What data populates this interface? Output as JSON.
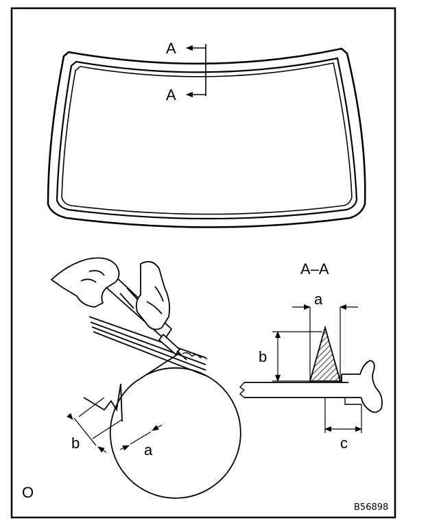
{
  "diagram": {
    "section_marker": "A",
    "section_marker_lower": "A",
    "section_title": "A–A",
    "dim_a": "a",
    "dim_b": "b",
    "dim_c": "c",
    "detail_dim_a": "a",
    "detail_dim_b": "b",
    "corner_mark": "O",
    "figure_code": "B56898"
  },
  "colors": {
    "line": "#000000",
    "background": "#ffffff"
  },
  "icons": [
    "windshield-glass",
    "sealant-gun-hands-icon",
    "magnified-bead-detail",
    "cross-section-bead-icon"
  ]
}
